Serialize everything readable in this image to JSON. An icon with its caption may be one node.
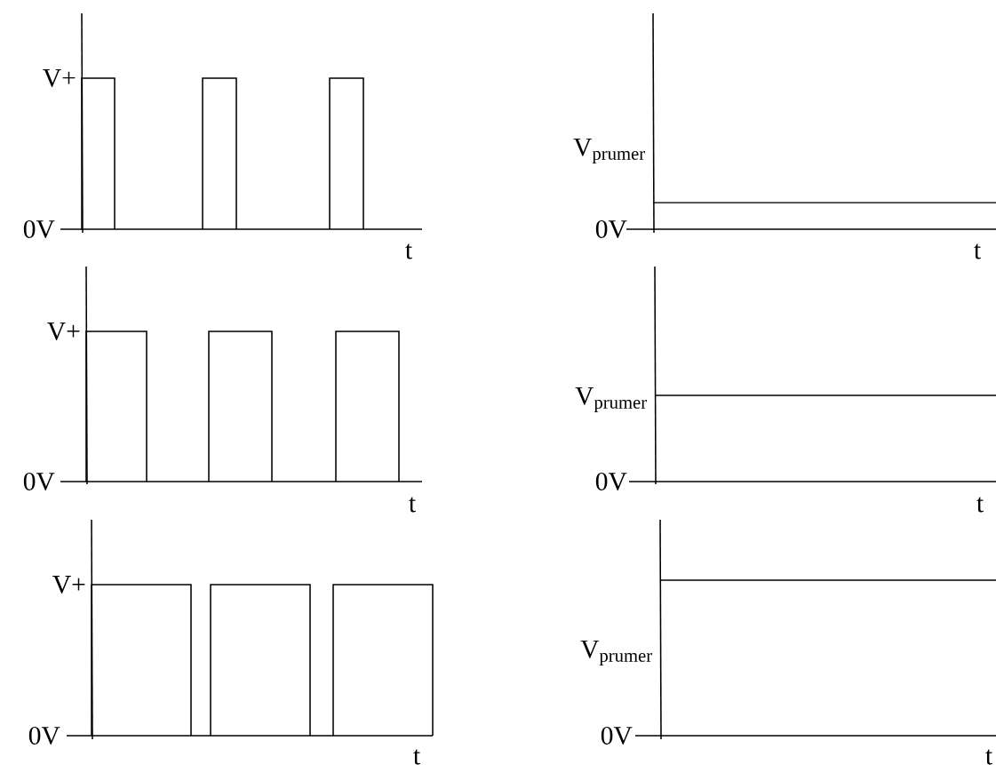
{
  "diagram": {
    "labels": [
      "V+",
      "0V",
      "t",
      "V$_{prumer}$",
      "0V",
      "t",
      "V+",
      "0V",
      "t",
      "V$_{prumer}$",
      "0V",
      "t",
      "V+",
      "0V",
      "t",
      "V$_{prumer}$",
      "0V",
      "t"
    ]
  }
}
